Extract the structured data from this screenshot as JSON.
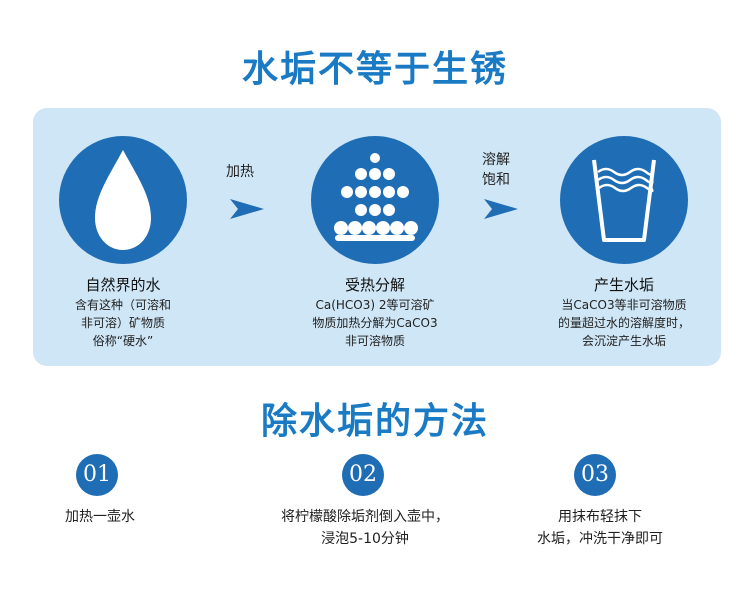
{
  "title_top": "水垢不等于生锈",
  "title_bottom": "除水垢的方法",
  "arrows": [
    {
      "label": "加热"
    },
    {
      "label_line1": "溶解",
      "label_line2": "饱和"
    }
  ],
  "steps": [
    {
      "title": "自然界的水",
      "desc": [
        "含有这种（可溶和",
        "非可溶）矿物质",
        "俗称“硬水”"
      ]
    },
    {
      "title": "受热分解",
      "desc": [
        "Ca(HCO3) 2等可溶矿",
        "物质加热分解为CaCO3",
        "非可溶物质"
      ]
    },
    {
      "title": "产生水垢",
      "desc": [
        "当CaCO3等非可溶物质",
        "的量超过水的溶解度时，",
        "会沉淀产生水垢"
      ]
    }
  ],
  "methods": [
    {
      "num": "01",
      "lines": [
        "加热一壶水"
      ]
    },
    {
      "num": "02",
      "lines": [
        "将柠檬酸除垢剂倒入壶中，",
        "浸泡5-10分钟"
      ]
    },
    {
      "num": "03",
      "lines": [
        "用抹布轻抹下",
        "水垢，冲洗干净即可"
      ]
    }
  ],
  "colors": {
    "accent": "#1a7bc4",
    "circle": "#1f6db4",
    "panel": "#cfe6f6"
  },
  "icons": [
    "water-drop-icon",
    "particles-icon",
    "glass-of-water-icon",
    "arrow-right-icon"
  ]
}
